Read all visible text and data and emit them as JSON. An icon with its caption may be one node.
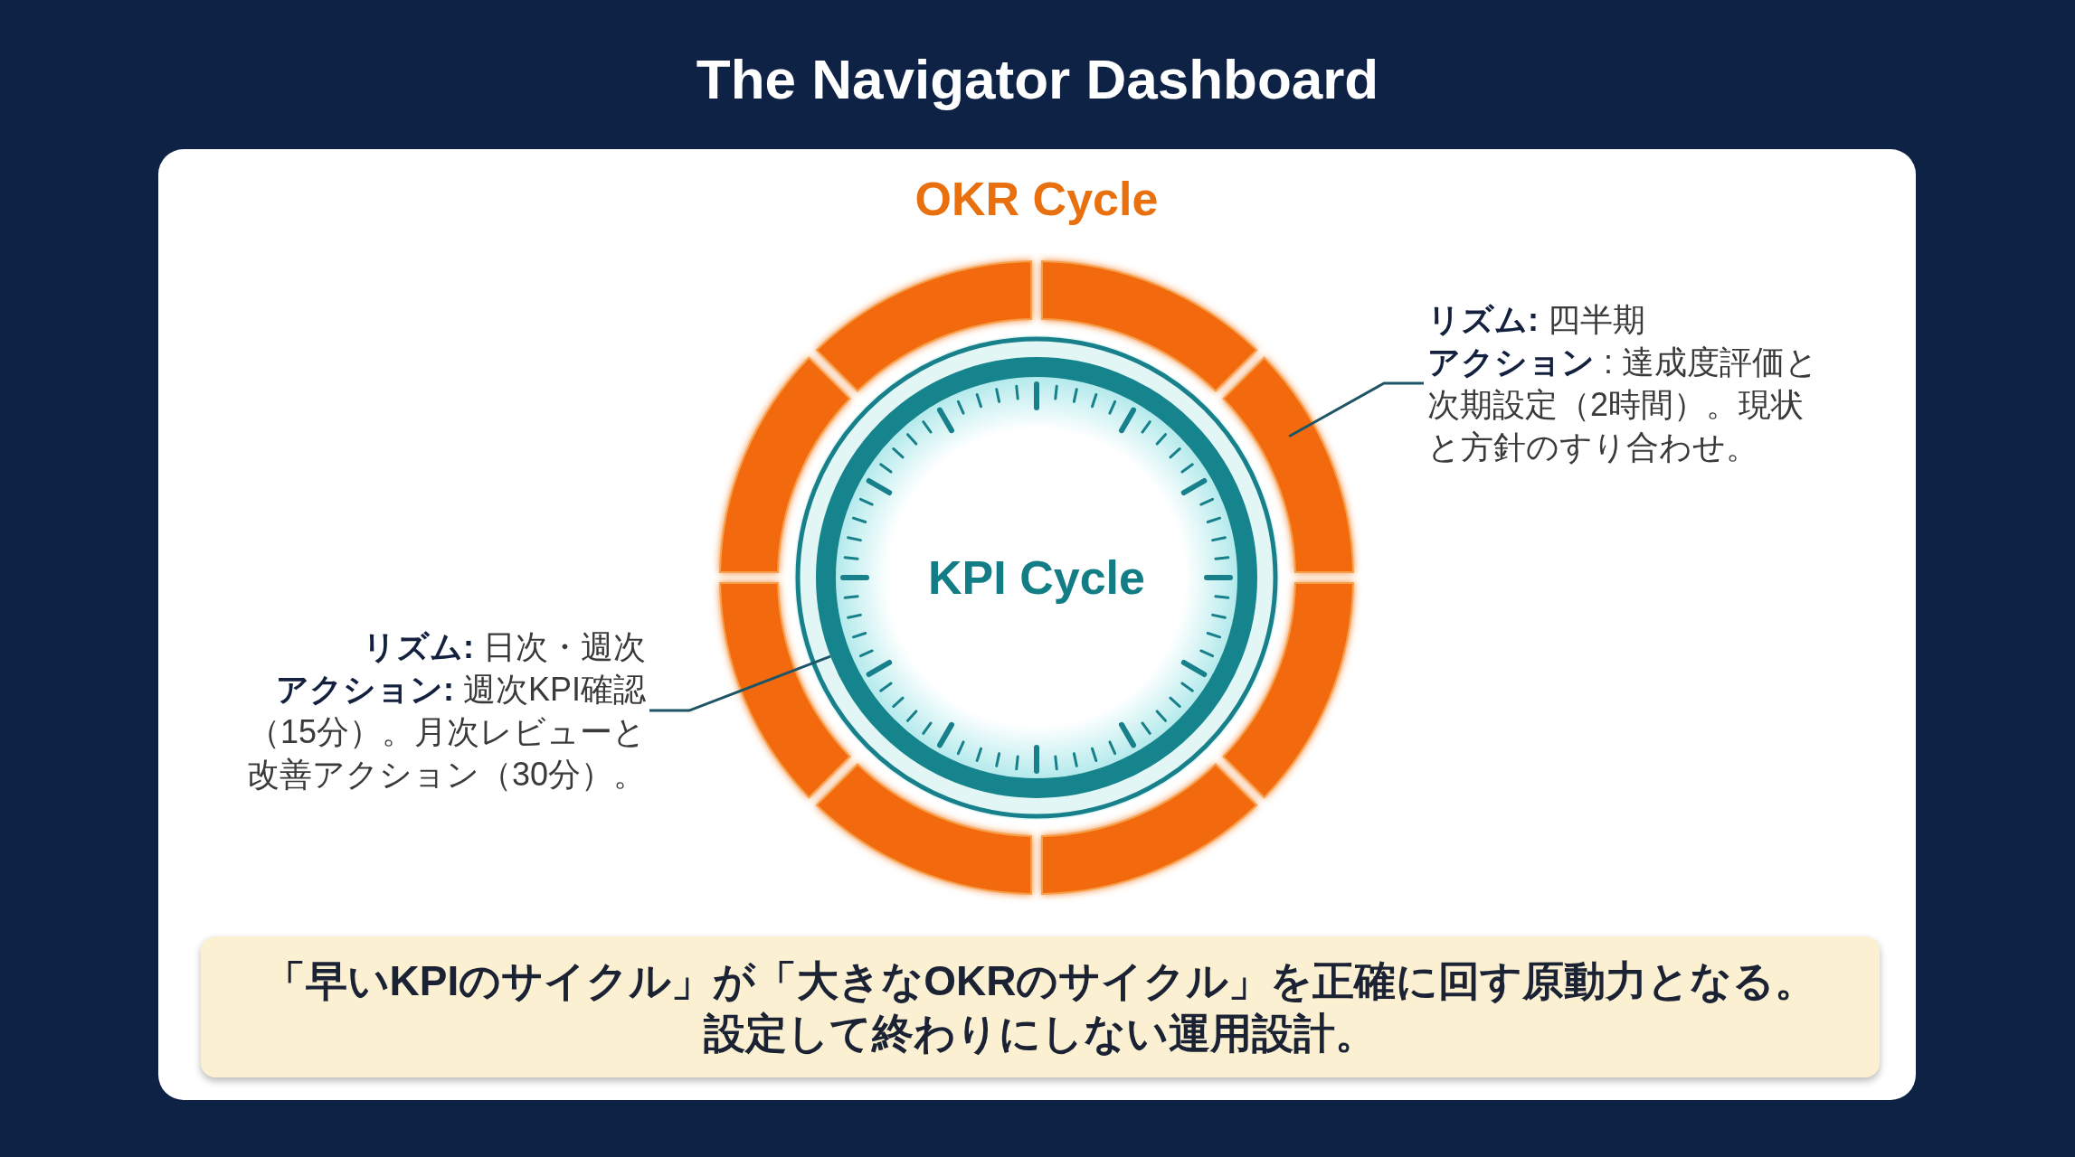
{
  "diagram": {
    "title": "The Navigator Dashboard",
    "nodes": [
      {
        "text": [
          "OKR Cycle"
        ]
      },
      {
        "text": [
          "KPI Cycle"
        ],
        "in": 0
      },
      {
        "text": [
          "**リズム:** 四半期",
          "**アクション** : 達成度評価と次期設定（2時間）。現状と方針のすり合わせ。"
        ]
      },
      {
        "text": [
          "**リズム:** 日次・週次",
          "**アクション:** 週次KPI確認（15分）。月次レビューと改善アクション（30分）。"
        ]
      },
      {
        "text": [
          "「早いKPIのサイクル」が「大きなOKRのサイクル」を正確に回す原動力となる。",
          "設定して終わりにしない運用設計。"
        ]
      }
    ],
    "edges": [
      {
        "from": 2,
        "to": 0,
        "arrow": "none"
      },
      {
        "from": 3,
        "to": 1,
        "arrow": "none"
      }
    ]
  }
}
